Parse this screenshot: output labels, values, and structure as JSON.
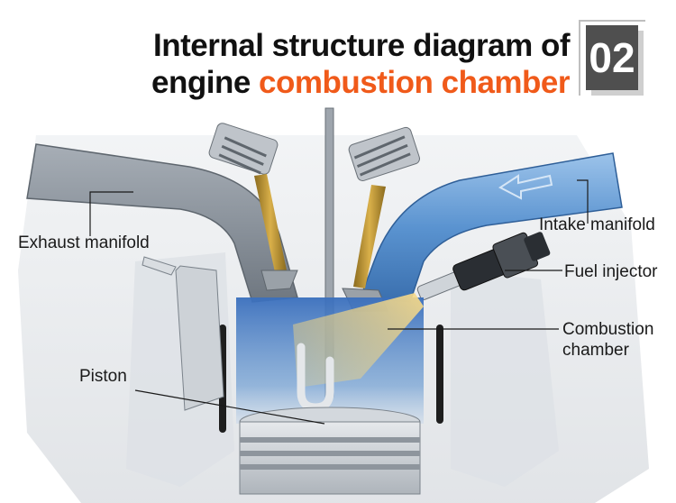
{
  "header": {
    "title_line1": "Internal structure diagram of",
    "title_line2_plain": "engine ",
    "title_line2_accent": "combustion chamber",
    "badge": "02"
  },
  "labels": {
    "exhaust_manifold": "Exhaust manifold",
    "intake_manifold": "Intake manifold",
    "fuel_injector": "Fuel injector",
    "combustion_chamber_line1": "Combustion",
    "combustion_chamber_line2": "chamber",
    "piston": "Piston"
  },
  "colors": {
    "accent": "#f05a1a",
    "badge": "#4f4f4f",
    "intake_blue": "#4a86c8",
    "chamber_blue": "#3f79c4",
    "fuel_spray": "#f2d27a"
  }
}
